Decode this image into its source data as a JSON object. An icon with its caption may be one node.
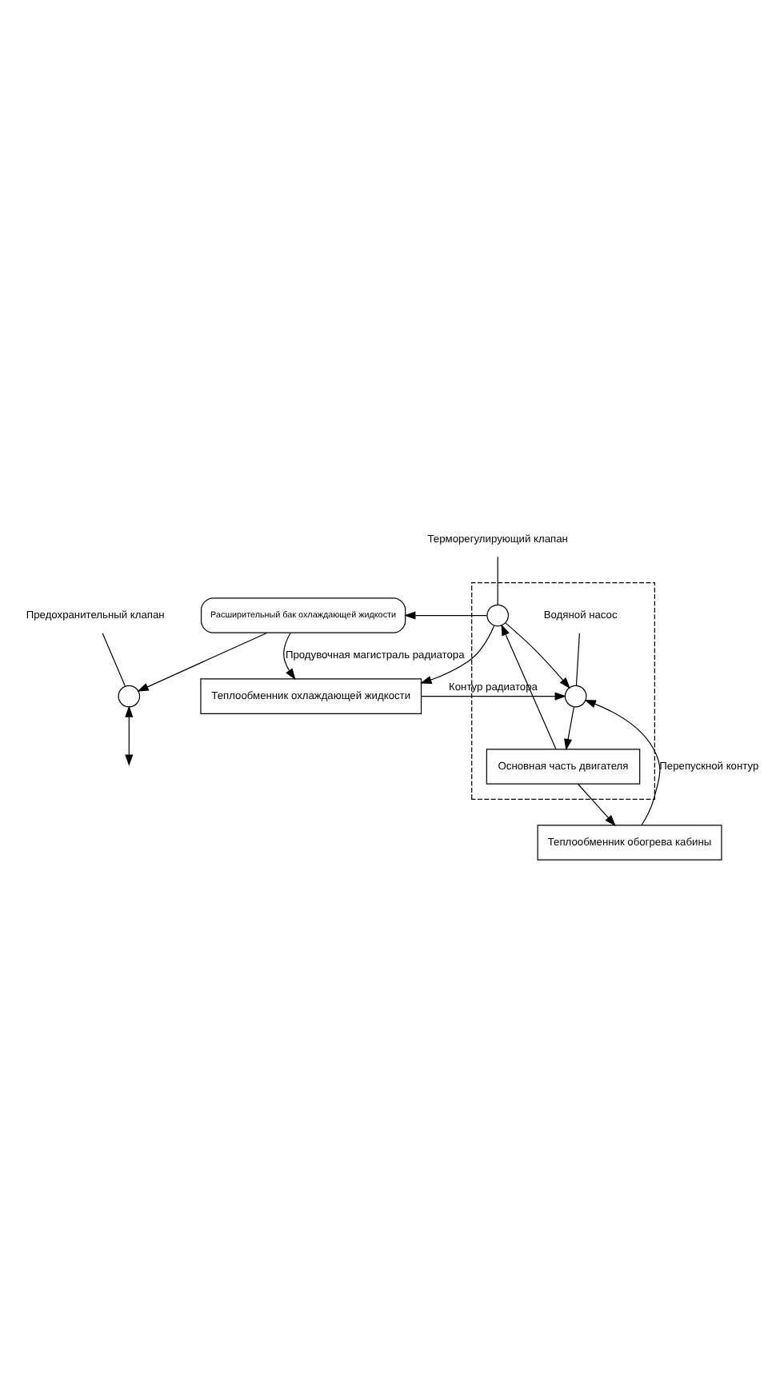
{
  "diagram": {
    "nodes": [
      {
        "text": [],
        "shape": "circle"
      },
      {
        "text": [
          "Предохранительный клапан"
        ]
      },
      {
        "text": [
          "Расширительный бак охлаждающей жидкости"
        ]
      },
      {
        "text": [
          "Терморегулирующий клапан"
        ]
      },
      {
        "text": [],
        "shape": "box"
      },
      {
        "text": [],
        "shape": "circle",
        "in": 4
      },
      {
        "text": [
          "Основная часть двигателя"
        ],
        "in": 4
      },
      {
        "text": [],
        "shape": "circle",
        "in": 4
      },
      {
        "text": [
          "Водяной насос"
        ],
        "in": 4
      },
      {
        "text": [
          "Теплообменник охлаждающей жидкости"
        ]
      },
      {
        "text": [
          "Теплообменник обогрева кабины"
        ]
      }
    ],
    "edges": [
      {
        "from": null,
        "to": 0,
        "arrow": "both"
      },
      {
        "from": 1,
        "to": 0,
        "arrow": "none"
      },
      {
        "from": 2,
        "to": 0,
        "arrow": "to"
      },
      {
        "from": 2,
        "to": 9,
        "arrow": "to",
        "label": "Продувочная магистраль радиатора"
      },
      {
        "from": 3,
        "to": 5,
        "arrow": "none"
      },
      {
        "from": 5,
        "to": 2,
        "arrow": "to"
      },
      {
        "from": 5,
        "to": 9,
        "arrow": "to"
      },
      {
        "from": 5,
        "to": 7,
        "arrow": "to"
      },
      {
        "from": 6,
        "to": 5,
        "arrow": "to"
      },
      {
        "from": 7,
        "to": 6,
        "arrow": "to"
      },
      {
        "from": 8,
        "to": 7,
        "arrow": "none"
      },
      {
        "from": 6,
        "to": 10,
        "arrow": "to"
      },
      {
        "from": 10,
        "to": 7,
        "arrow": "to",
        "label": "Перепускной контур"
      },
      {
        "from": 9,
        "to": 7,
        "arrow": "to",
        "label": "Контур радиатора"
      }
    ]
  }
}
